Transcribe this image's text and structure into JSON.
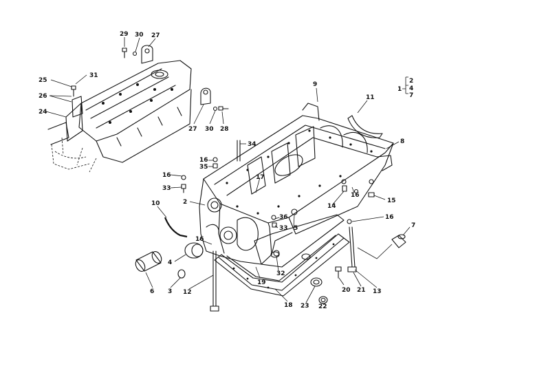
{
  "part_labels": [
    {
      "id": "29",
      "text": "29"
    },
    {
      "id": "30a",
      "text": "30"
    },
    {
      "id": "27a",
      "text": "27"
    },
    {
      "id": "31",
      "text": "31"
    },
    {
      "id": "25",
      "text": "25"
    },
    {
      "id": "26",
      "text": "26"
    },
    {
      "id": "24",
      "text": "24"
    },
    {
      "id": "27b",
      "text": "27"
    },
    {
      "id": "30b",
      "text": "30"
    },
    {
      "id": "28",
      "text": "28"
    },
    {
      "id": "9",
      "text": "9"
    },
    {
      "id": "11",
      "text": "11"
    },
    {
      "id": "8",
      "text": "8"
    },
    {
      "id": "34",
      "text": "34"
    },
    {
      "id": "16a",
      "text": "16"
    },
    {
      "id": "35",
      "text": "35"
    },
    {
      "id": "16b",
      "text": "16"
    },
    {
      "id": "33a",
      "text": "33"
    },
    {
      "id": "17",
      "text": "17"
    },
    {
      "id": "16c",
      "text": "16"
    },
    {
      "id": "14",
      "text": "14"
    },
    {
      "id": "15",
      "text": "15"
    },
    {
      "id": "2",
      "text": "2"
    },
    {
      "id": "10",
      "text": "10"
    },
    {
      "id": "36",
      "text": "36"
    },
    {
      "id": "33b",
      "text": "33"
    },
    {
      "id": "5",
      "text": "5"
    },
    {
      "id": "16d",
      "text": "16"
    },
    {
      "id": "7",
      "text": "7"
    },
    {
      "id": "16e",
      "text": "16"
    },
    {
      "id": "4",
      "text": "4"
    },
    {
      "id": "6",
      "text": "6"
    },
    {
      "id": "3",
      "text": "3"
    },
    {
      "id": "12a",
      "text": "12"
    },
    {
      "id": "19",
      "text": "19"
    },
    {
      "id": "32",
      "text": "32"
    },
    {
      "id": "20",
      "text": "20"
    },
    {
      "id": "21",
      "text": "21"
    },
    {
      "id": "13",
      "text": "13"
    },
    {
      "id": "18",
      "text": "18"
    },
    {
      "id": "23",
      "text": "23"
    },
    {
      "id": "22",
      "text": "22"
    }
  ],
  "legend_key": {
    "left": "1",
    "right_top": "2",
    "right_mid": "4",
    "right_bottom": "7"
  }
}
